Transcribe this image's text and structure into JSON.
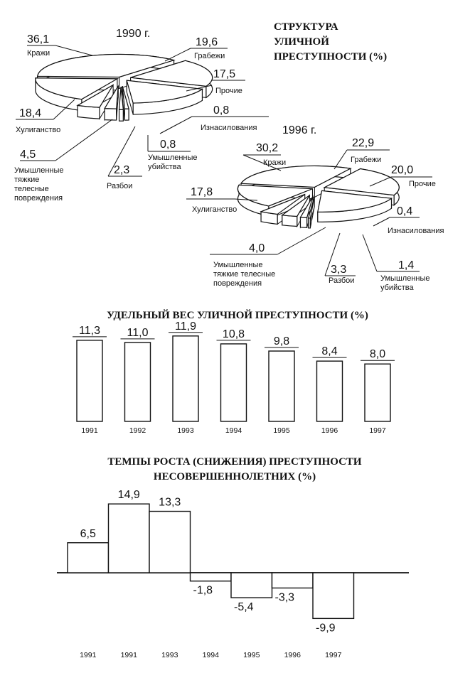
{
  "structure_title": [
    "СТРУКТУРА",
    "УЛИЧНОЙ",
    "ПРЕСТУПНОСТИ (%)"
  ],
  "chart_data": [
    {
      "type": "pie",
      "title": "1990 г.",
      "labels": [
        "Кражи",
        "Грабежи",
        "Прочие",
        "Изнасилования",
        "Умышленные убийства",
        "Разбои",
        "Умышленные тяжкие телесные повреждения",
        "Хулиганство"
      ],
      "values": [
        36.1,
        19.6,
        17.5,
        0.8,
        0.8,
        2.3,
        4.5,
        18.4
      ],
      "value_labels": [
        "36,1",
        "19,6",
        "17,5",
        "0,8",
        "0,8",
        "2,3",
        "4,5",
        "18,4"
      ]
    },
    {
      "type": "pie",
      "title": "1996 г.",
      "labels": [
        "Кражи",
        "Грабежи",
        "Прочие",
        "Изнасилования",
        "Умышленные убийства",
        "Разбои",
        "Умышленные тяжкие телесные повреждения",
        "Хулиганство"
      ],
      "values": [
        30.2,
        22.9,
        20.0,
        0.4,
        1.4,
        3.3,
        4.0,
        17.8
      ],
      "value_labels": [
        "30,2",
        "22,9",
        "20,0",
        "0,4",
        "1,4",
        "3,3",
        "4,0",
        "17,8"
      ]
    },
    {
      "type": "bar",
      "title": "УДЕЛЬНЫЙ ВЕС УЛИЧНОЙ ПРЕСТУПНОСТИ (%)",
      "categories": [
        "1991",
        "1992",
        "1993",
        "1994",
        "1995",
        "1996",
        "1997"
      ],
      "values": [
        11.3,
        11.0,
        11.9,
        10.8,
        9.8,
        8.4,
        8.0
      ],
      "value_labels": [
        "11,3",
        "11,0",
        "11,9",
        "10,8",
        "9,8",
        "8,4",
        "8,0"
      ]
    },
    {
      "type": "bar",
      "title": [
        "ТЕМПЫ РОСТА (СНИЖЕНИЯ) ПРЕСТУПНОСТИ",
        "НЕСОВЕРШЕННОЛЕТНИХ (%)"
      ],
      "categories": [
        "1991",
        "1991",
        "1993",
        "1994",
        "1995",
        "1996",
        "1997"
      ],
      "values": [
        6.5,
        14.9,
        13.3,
        -1.8,
        -5.4,
        -3.3,
        -9.9
      ],
      "value_labels": [
        "6,5",
        "14,9",
        "13,3",
        "-1,8",
        "-5,4",
        "-3,3",
        "-9,9"
      ]
    }
  ]
}
